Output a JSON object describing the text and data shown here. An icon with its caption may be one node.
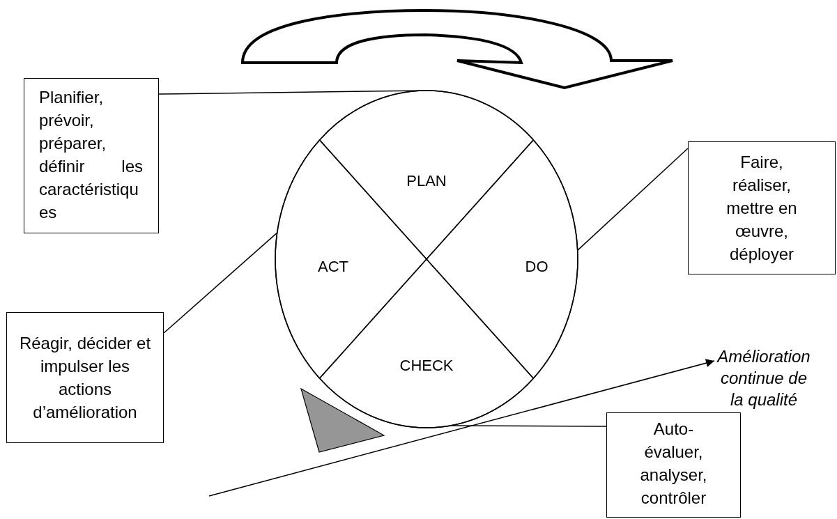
{
  "diagram": {
    "nodes": [
      {
        "text": [],
        "shape": "circle"
      },
      {
        "text": [
          "PLAN"
        ],
        "in": 0
      },
      {
        "text": [
          "DO"
        ],
        "in": 0
      },
      {
        "text": [
          "CHECK"
        ],
        "in": 0
      },
      {
        "text": [
          "ACT"
        ],
        "in": 0
      },
      {
        "text": [
          "Planifier, prévoir, préparer, définir les caractéristiques"
        ]
      },
      {
        "text": [
          "Faire, réaliser, mettre en œuvre, déployer"
        ]
      },
      {
        "text": [
          "Réagir, décider et impulser les actions d’amélioration"
        ]
      },
      {
        "text": [
          "Auto-évaluer, analyser, contrôler"
        ]
      },
      {
        "text": [
          "Amélioration continue de la qualité"
        ]
      },
      {
        "text": [],
        "shape": "triangle"
      }
    ],
    "edges": [
      {
        "from": 5,
        "to": 1,
        "arrow": "none"
      },
      {
        "from": 6,
        "to": 2,
        "arrow": "none"
      },
      {
        "from": 7,
        "to": 4,
        "arrow": "none"
      },
      {
        "from": 8,
        "to": 3,
        "arrow": "none"
      },
      {
        "from": null,
        "to": 9,
        "arrow": "to"
      }
    ]
  }
}
